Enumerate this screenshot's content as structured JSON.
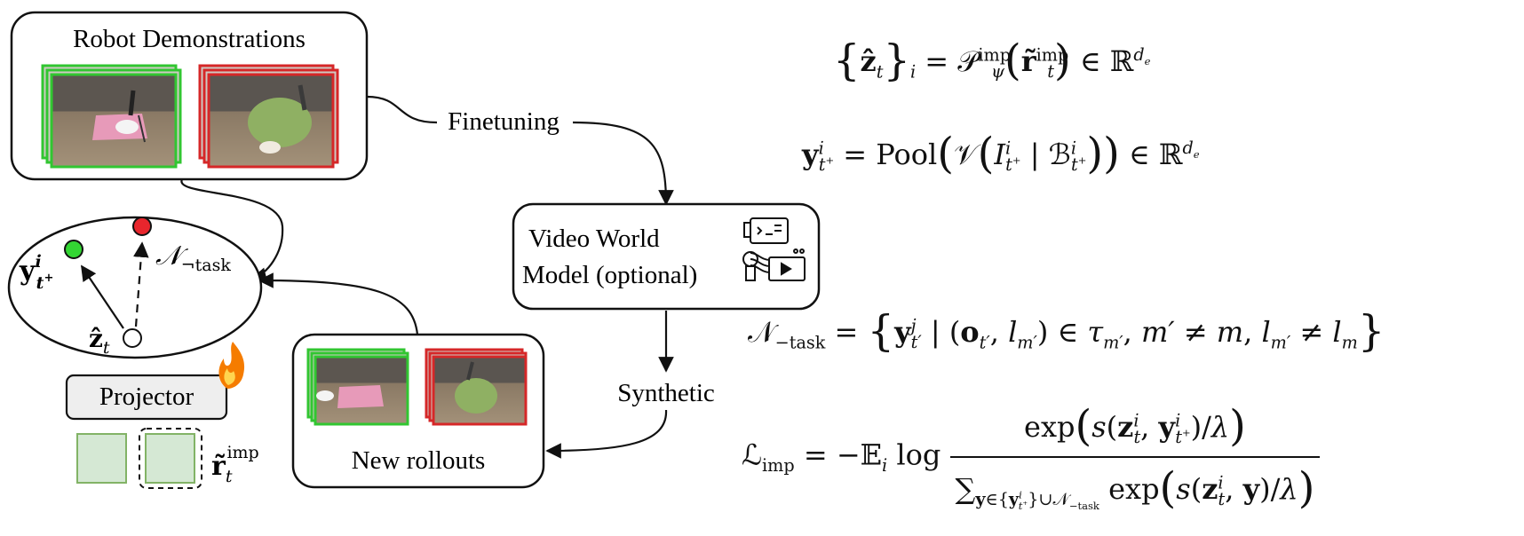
{
  "labels": {
    "robot_demos": "Robot Demonstrations",
    "finetuning": "Finetuning",
    "video_world_model_1": "Video World",
    "video_world_model_2": "Model (optional)",
    "synthetic": "Synthetic",
    "new_rollouts": "New rollouts",
    "projector": "Projector"
  },
  "embedding": {
    "y_label": "y",
    "neg_label": "𝒩",
    "neg_sub": "¬task",
    "z_label": "ẑ",
    "z_sub": "t"
  },
  "features": {
    "r_label": "r̃",
    "r_sub": "t",
    "r_sup": "imp"
  },
  "equations": {
    "eq1": "{ẑt}i = 𝒫ψimp(r̃timp) ∈ ℝde",
    "eq2": "yit+ = Pool(𝒱(Iit+ | ℬit+)) ∈ ℝde",
    "eq3": "𝒩−task = { yjt′ | (ot′, lm′) ∈ τm′, m′ ≠ m, lm′ ≠ lm }",
    "eq4": "ℒimp = −𝔼i log exp(s(zit, yit+)/λ) / Σy∈{yit+}∪𝒩−task exp(s(zit, y)/λ)"
  },
  "colors": {
    "positive": "#2ecc40",
    "negative": "#e8262d",
    "feature_fill": "#d5e8d4",
    "feature_stroke": "#82b366",
    "projector_fill": "#eeeeee",
    "flame": "#f57c00"
  },
  "icons": [
    "video-world-model-icon",
    "flame-icon"
  ]
}
